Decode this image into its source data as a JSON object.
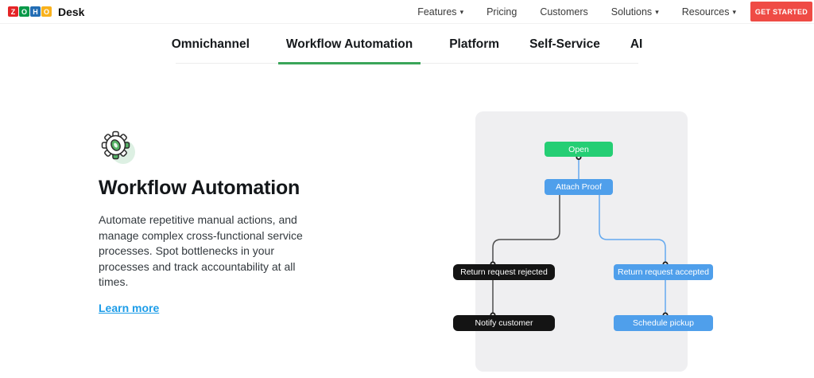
{
  "icons": {
    "chevron_down": "▾"
  },
  "header": {
    "logo": {
      "letters": [
        {
          "char": "Z",
          "color": "#E42527"
        },
        {
          "char": "O",
          "color": "#089949"
        },
        {
          "char": "H",
          "color": "#226DB4"
        },
        {
          "char": "O",
          "color": "#F9B21D"
        }
      ],
      "product": "Desk"
    },
    "nav": [
      {
        "label": "Features",
        "has_dropdown": true
      },
      {
        "label": "Pricing",
        "has_dropdown": false
      },
      {
        "label": "Customers",
        "has_dropdown": false
      },
      {
        "label": "Solutions",
        "has_dropdown": true
      },
      {
        "label": "Resources",
        "has_dropdown": true
      }
    ],
    "cta": {
      "label": "GET STARTED",
      "color": "#EF4B45"
    }
  },
  "tabs": {
    "items": [
      {
        "label": "Omnichannel",
        "active": false
      },
      {
        "label": "Workflow Automation",
        "active": true
      },
      {
        "label": "Platform",
        "active": false
      },
      {
        "label": "Self-Service",
        "active": false
      },
      {
        "label": "AI",
        "active": false
      }
    ],
    "active_underline_color": "#3AA559"
  },
  "feature": {
    "icon": "gear-icon",
    "title": "Workflow Automation",
    "description": "Automate repetitive manual actions, and manage complex cross-functional service processes. Spot bottlenecks in your processes and track accountability at all times.",
    "link_label": "Learn more",
    "link_color": "#1C9CE8"
  },
  "diagram": {
    "panel_color": "#EFEFF1",
    "nodes": [
      {
        "id": "open",
        "label": "Open",
        "color": "#25CE74"
      },
      {
        "id": "attach-proof",
        "label": "Attach Proof",
        "color": "#4F9FEB"
      },
      {
        "id": "return-rejected",
        "label": "Return request rejected",
        "color": "#141414"
      },
      {
        "id": "return-accepted",
        "label": "Return request accepted",
        "color": "#4F9FEB"
      },
      {
        "id": "notify-customer",
        "label": "Notify customer",
        "color": "#141414"
      },
      {
        "id": "schedule-pickup",
        "label": "Schedule pickup",
        "color": "#4F9FEB"
      }
    ],
    "edges": [
      {
        "from": "open",
        "to": "attach-proof",
        "color": "#64A9EF"
      },
      {
        "from": "attach-proof",
        "to": "return-rejected",
        "color": "#4D4D4D"
      },
      {
        "from": "attach-proof",
        "to": "return-accepted",
        "color": "#64A9EF"
      },
      {
        "from": "return-rejected",
        "to": "notify-customer",
        "color": "#4D4D4D"
      },
      {
        "from": "return-accepted",
        "to": "schedule-pickup",
        "color": "#64A9EF"
      }
    ]
  }
}
